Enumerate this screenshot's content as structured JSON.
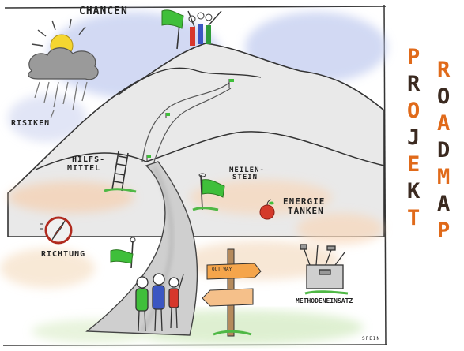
{
  "labels": {
    "chancen": "CHANCEN",
    "risiken": "RISIKEN",
    "hilfsmittel_1": "HILFS-",
    "hilfsmittel_2": "MITTEL",
    "meilenstein_1": "MEILEN-",
    "meilenstein_2": "STEIN",
    "energie_1": "ENERGIE",
    "energie_2": "TANKEN",
    "richtung": "RICHTUNG",
    "methodeneinsatz": "METHODENEINSATZ",
    "sign_top": "OUT WAY",
    "signature": "SPEIN"
  },
  "title": {
    "col1": [
      "P",
      "R",
      "O",
      "J",
      "E",
      "K",
      "T"
    ],
    "col2": [
      "R",
      "O",
      "A",
      "D",
      "M",
      "A",
      "P"
    ]
  },
  "colors": {
    "title_dark": "#3b2a20",
    "title_orange": "#e06a1a",
    "flag_green": "#3fbf3a",
    "sky_blue": "#b9c9ee",
    "mountain_grey": "#e2e2e2",
    "apple_red": "#d43a2a"
  }
}
